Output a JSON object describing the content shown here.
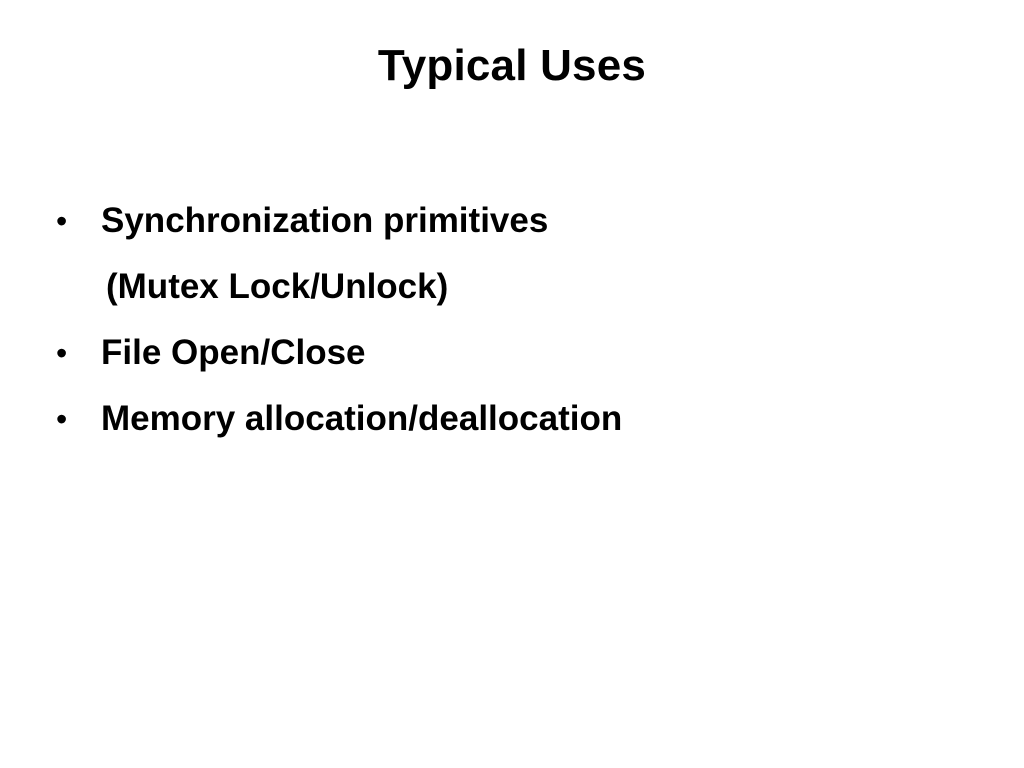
{
  "slide": {
    "title": "Typical Uses",
    "bullet_symbol": "•",
    "bullets": [
      {
        "text": "Synchronization primitives",
        "continuation": "(Mutex Lock/Unlock)"
      },
      {
        "text": "File Open/Close"
      },
      {
        "text": "Memory allocation/deallocation"
      }
    ]
  }
}
